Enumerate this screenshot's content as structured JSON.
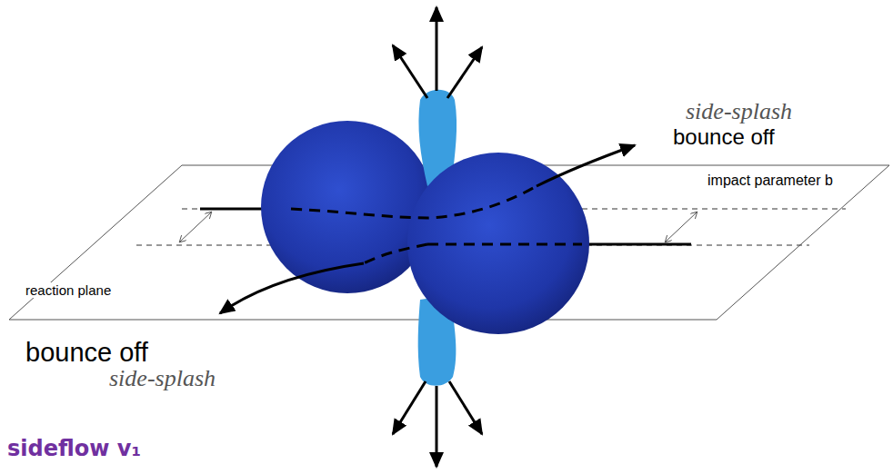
{
  "diagram": {
    "labels": [
      "side-splash",
      "bounce off",
      "impact parameter b",
      "reaction plane",
      "bounce off",
      "side-splash",
      "sideflow v₁"
    ]
  }
}
